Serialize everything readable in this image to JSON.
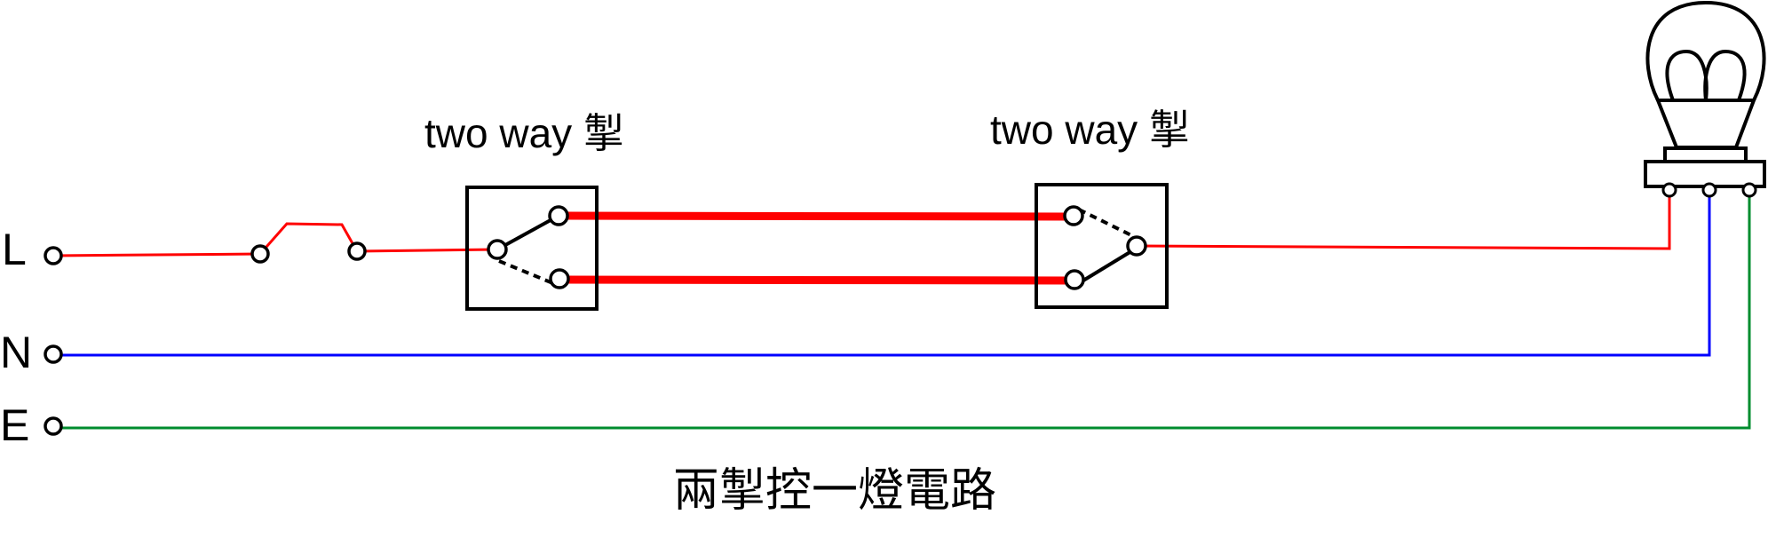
{
  "labels": {
    "live": "L",
    "neutral": "N",
    "earth": "E"
  },
  "switch1": {
    "label": "two way 掣"
  },
  "switch2": {
    "label": "two way 掣"
  },
  "caption": "兩掣控一燈電路",
  "colors": {
    "live": "#ff0000",
    "neutral": "#0000ff",
    "earth": "#008c2e",
    "outline": "#000000"
  },
  "icons": [
    "light-bulb-icon",
    "switch-contact-icon"
  ]
}
